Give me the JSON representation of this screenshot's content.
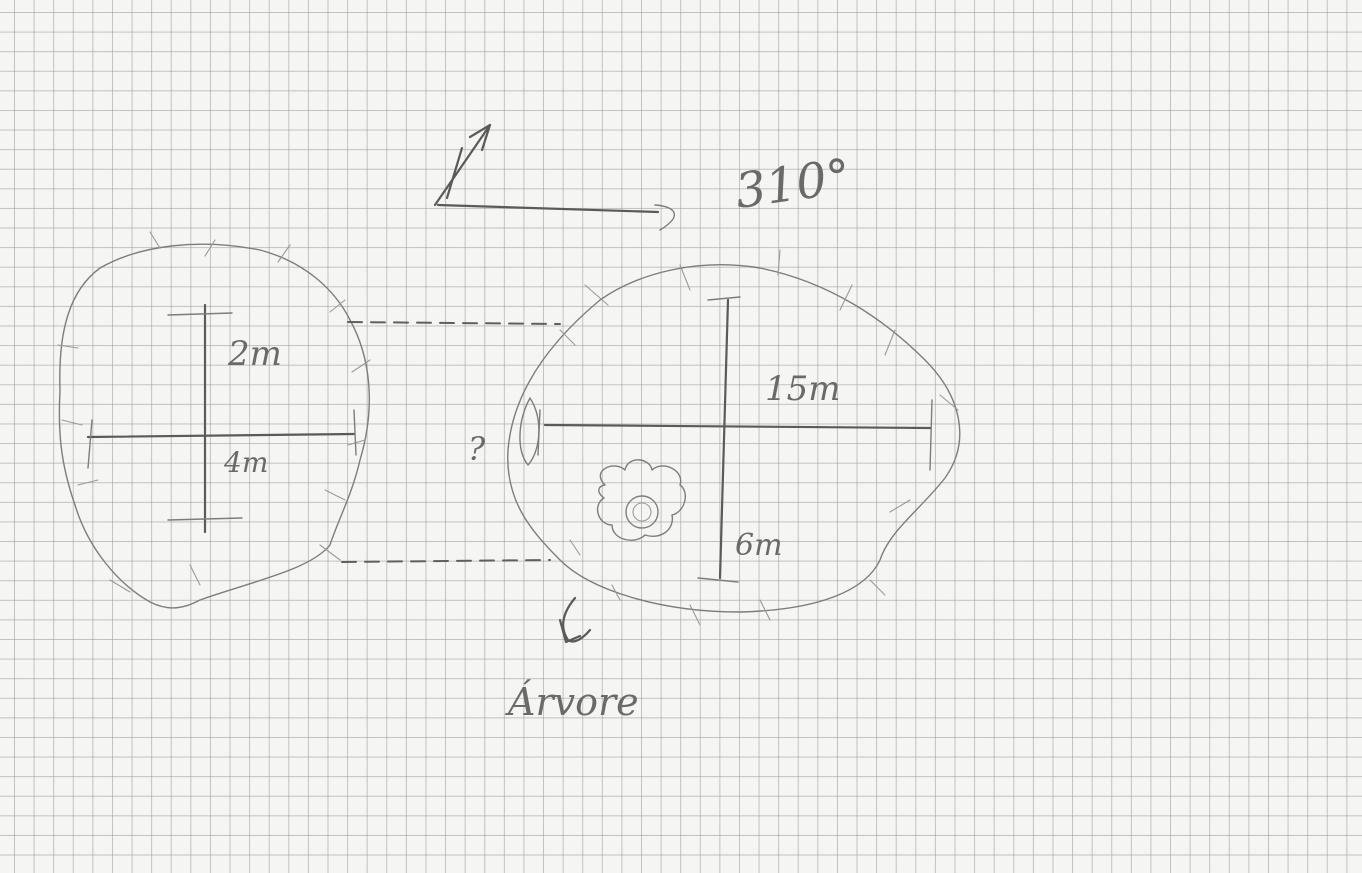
{
  "labels": {
    "bearing": "310°",
    "left_height": "2m",
    "left_width": "4m",
    "right_width": "15m",
    "right_height": "6m",
    "unknown_gap": "?",
    "tree": "Árvore"
  }
}
